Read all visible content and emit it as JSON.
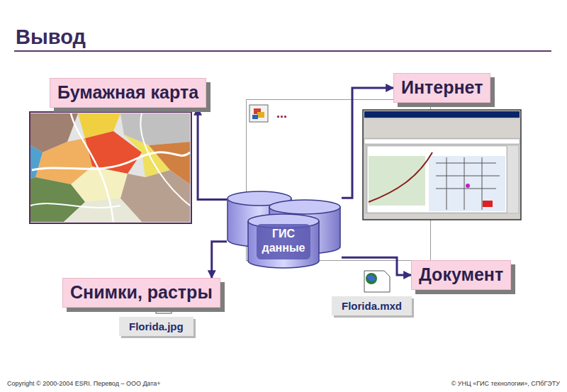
{
  "diagram": {
    "title": "Вывод",
    "nodes": [
      {
        "text": [
          "Бумажная карта"
        ]
      },
      {
        "text": [
          "Интернет"
        ]
      },
      {
        "text": [
          "ГИС данные"
        ]
      },
      {
        "text": [
          "Снимки, растры"
        ]
      },
      {
        "text": [
          "Документ"
        ]
      },
      {
        "text": [
          "Florida.jpg"
        ]
      },
      {
        "text": [
          "Florida.mxd"
        ]
      }
    ],
    "edges": [
      {
        "from": 2,
        "to": 0,
        "arrow": "to"
      },
      {
        "from": 2,
        "to": 1,
        "arrow": "to"
      },
      {
        "from": 2,
        "to": 3,
        "arrow": "to"
      },
      {
        "from": 2,
        "to": 4,
        "arrow": "to"
      }
    ],
    "labels": [
      "...",
      "Copyright © 2000-2004 ESRI. Перевод – ООО Дата+",
      "© УНЦ «ГИС технологии», СПбГЭТУ"
    ]
  }
}
